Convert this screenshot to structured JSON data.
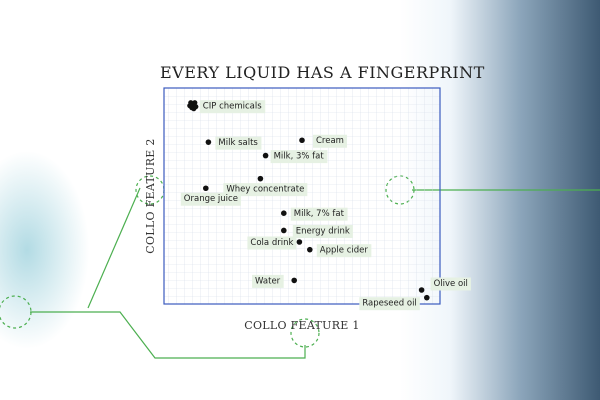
{
  "title": "Every Liquid Has A Fingerprint",
  "colors": {
    "frame": "#3b5bbf",
    "connector": "#4caf50",
    "point": "#111111",
    "label_bg": "#e6f1e3"
  },
  "chart_data": {
    "type": "scatter",
    "title": "Every Liquid Has A Fingerprint",
    "xlabel": "Collo Feature 1",
    "ylabel": "Collo Feature 2",
    "xlim": [
      0,
      100
    ],
    "ylim": [
      0,
      100
    ],
    "grid": true,
    "legend": "none",
    "points": [
      {
        "label": "CIP chemicals",
        "x": 8,
        "y": 96
      },
      {
        "label": "Milk salts",
        "x": 14,
        "y": 77
      },
      {
        "label": "Cream",
        "x": 50,
        "y": 78
      },
      {
        "label": "Milk, 3% fat",
        "x": 36,
        "y": 70
      },
      {
        "label": "Whey concentrate",
        "x": 34,
        "y": 58
      },
      {
        "label": "Orange juice",
        "x": 13,
        "y": 53
      },
      {
        "label": "Milk, 7% fat",
        "x": 43,
        "y": 40
      },
      {
        "label": "Energy drink",
        "x": 43,
        "y": 31
      },
      {
        "label": "Cola drink",
        "x": 49,
        "y": 25
      },
      {
        "label": "Apple cider",
        "x": 53,
        "y": 21
      },
      {
        "label": "Water",
        "x": 47,
        "y": 5
      },
      {
        "label": "Olive oil",
        "x": 96,
        "y": 0
      },
      {
        "label": "Rapeseed oil",
        "x": 98,
        "y": -4
      }
    ]
  }
}
